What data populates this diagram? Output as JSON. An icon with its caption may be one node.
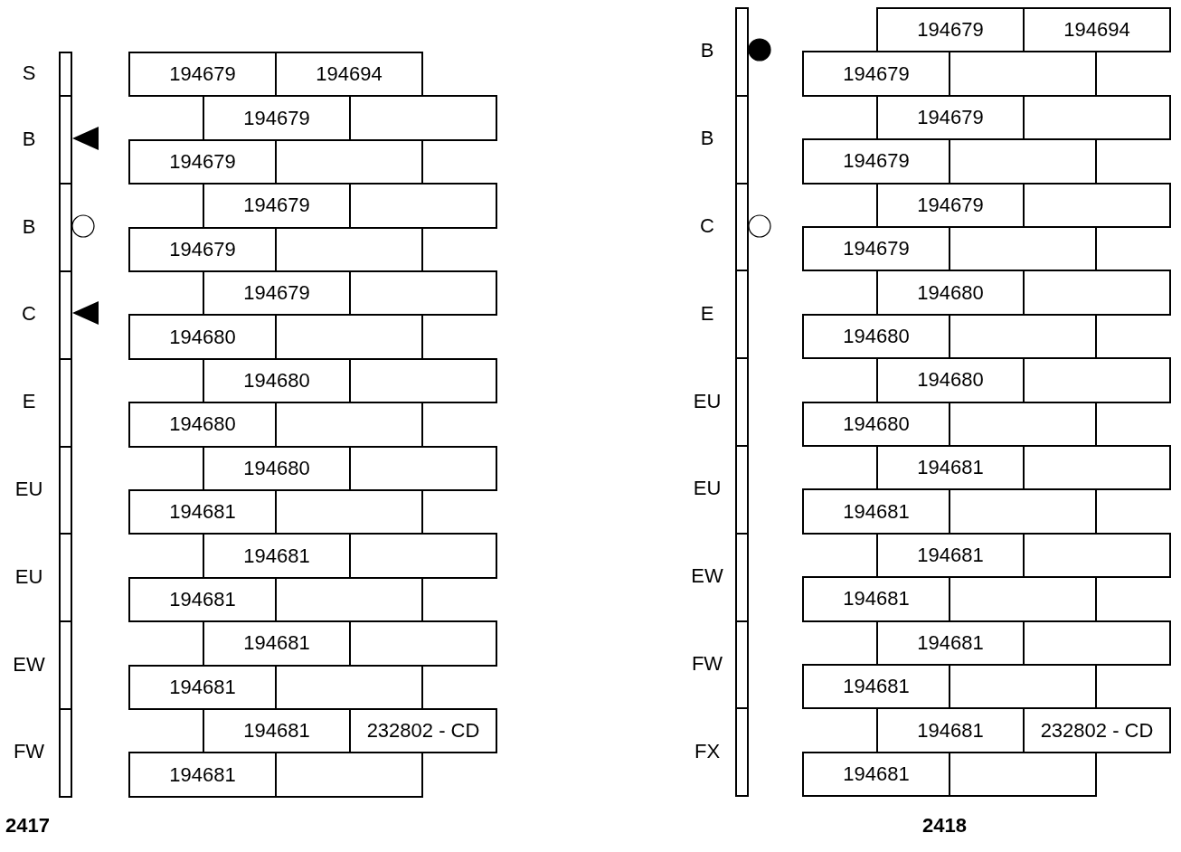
{
  "diagram": {
    "nodes": [
      {
        "text": [],
        "shape": "box",
        "beside": [
          "S"
        ]
      },
      {
        "text": [],
        "shape": "box",
        "beside": [
          "B"
        ]
      },
      {
        "text": [],
        "shape": "box",
        "beside": [
          "B"
        ]
      },
      {
        "text": [],
        "shape": "box",
        "beside": [
          "C"
        ]
      },
      {
        "text": [],
        "shape": "box",
        "beside": [
          "E"
        ]
      },
      {
        "text": [],
        "shape": "box",
        "beside": [
          "EU"
        ]
      },
      {
        "text": [],
        "shape": "box",
        "beside": [
          "EU"
        ]
      },
      {
        "text": [],
        "shape": "box",
        "beside": [
          "EW"
        ]
      },
      {
        "text": [],
        "shape": "box",
        "beside": [
          "FW"
        ]
      },
      {
        "text": [
          "194679"
        ]
      },
      {
        "text": [
          "194694"
        ]
      },
      {
        "text": [
          "194679"
        ]
      },
      {
        "text": [],
        "shape": "box"
      },
      {
        "text": [
          "194679"
        ]
      },
      {
        "text": [],
        "shape": "box"
      },
      {
        "text": [
          "194679"
        ]
      },
      {
        "text": [],
        "shape": "box"
      },
      {
        "text": [
          "194679"
        ]
      },
      {
        "text": [],
        "shape": "box"
      },
      {
        "text": [
          "194679"
        ]
      },
      {
        "text": [],
        "shape": "box"
      },
      {
        "text": [
          "194680"
        ]
      },
      {
        "text": [],
        "shape": "box"
      },
      {
        "text": [
          "194680"
        ]
      },
      {
        "text": [],
        "shape": "box"
      },
      {
        "text": [
          "194680"
        ]
      },
      {
        "text": [],
        "shape": "box"
      },
      {
        "text": [
          "194680"
        ]
      },
      {
        "text": [],
        "shape": "box"
      },
      {
        "text": [
          "194681"
        ]
      },
      {
        "text": [],
        "shape": "box"
      },
      {
        "text": [
          "194681"
        ]
      },
      {
        "text": [],
        "shape": "box"
      },
      {
        "text": [
          "194681"
        ]
      },
      {
        "text": [],
        "shape": "box"
      },
      {
        "text": [
          "194681"
        ]
      },
      {
        "text": [],
        "shape": "box"
      },
      {
        "text": [
          "194681"
        ]
      },
      {
        "text": [],
        "shape": "box"
      },
      {
        "text": [
          "194681"
        ]
      },
      {
        "text": [
          "232802 - CD"
        ]
      },
      {
        "text": [
          "194681"
        ]
      },
      {
        "text": [],
        "shape": "box"
      },
      {
        "text": [],
        "shape": "box",
        "beside": [
          "B"
        ]
      },
      {
        "text": [],
        "shape": "box",
        "beside": [
          "B"
        ]
      },
      {
        "text": [],
        "shape": "box",
        "beside": [
          "C"
        ]
      },
      {
        "text": [],
        "shape": "box",
        "beside": [
          "E"
        ]
      },
      {
        "text": [],
        "shape": "box",
        "beside": [
          "EU"
        ]
      },
      {
        "text": [],
        "shape": "box",
        "beside": [
          "EU"
        ]
      },
      {
        "text": [],
        "shape": "box",
        "beside": [
          "EW"
        ]
      },
      {
        "text": [],
        "shape": "box",
        "beside": [
          "FW"
        ]
      },
      {
        "text": [],
        "shape": "box",
        "beside": [
          "FX"
        ]
      },
      {
        "text": [
          "194679"
        ]
      },
      {
        "text": [
          "194694"
        ]
      },
      {
        "text": [
          "194679"
        ]
      },
      {
        "text": [],
        "shape": "box"
      },
      {
        "text": [
          "194679"
        ]
      },
      {
        "text": [],
        "shape": "box"
      },
      {
        "text": [
          "194679"
        ]
      },
      {
        "text": [],
        "shape": "box"
      },
      {
        "text": [
          "194679"
        ]
      },
      {
        "text": [],
        "shape": "box"
      },
      {
        "text": [
          "194679"
        ]
      },
      {
        "text": [],
        "shape": "box"
      },
      {
        "text": [
          "194680"
        ]
      },
      {
        "text": [],
        "shape": "box"
      },
      {
        "text": [
          "194680"
        ]
      },
      {
        "text": [],
        "shape": "box"
      },
      {
        "text": [
          "194680"
        ]
      },
      {
        "text": [],
        "shape": "box"
      },
      {
        "text": [
          "194680"
        ]
      },
      {
        "text": [],
        "shape": "box"
      },
      {
        "text": [
          "194681"
        ]
      },
      {
        "text": [],
        "shape": "box"
      },
      {
        "text": [
          "194681"
        ]
      },
      {
        "text": [],
        "shape": "box"
      },
      {
        "text": [
          "194681"
        ]
      },
      {
        "text": [],
        "shape": "box"
      },
      {
        "text": [
          "194681"
        ]
      },
      {
        "text": [],
        "shape": "box"
      },
      {
        "text": [
          "194681"
        ]
      },
      {
        "text": [],
        "shape": "box"
      },
      {
        "text": [
          "194681"
        ]
      },
      {
        "text": [],
        "shape": "box"
      },
      {
        "text": [
          "194681"
        ]
      },
      {
        "text": [
          "232802 - CD"
        ]
      },
      {
        "text": [
          "194681"
        ]
      },
      {
        "text": [],
        "shape": "box"
      }
    ],
    "labels": [
      "2417",
      "2418"
    ]
  }
}
